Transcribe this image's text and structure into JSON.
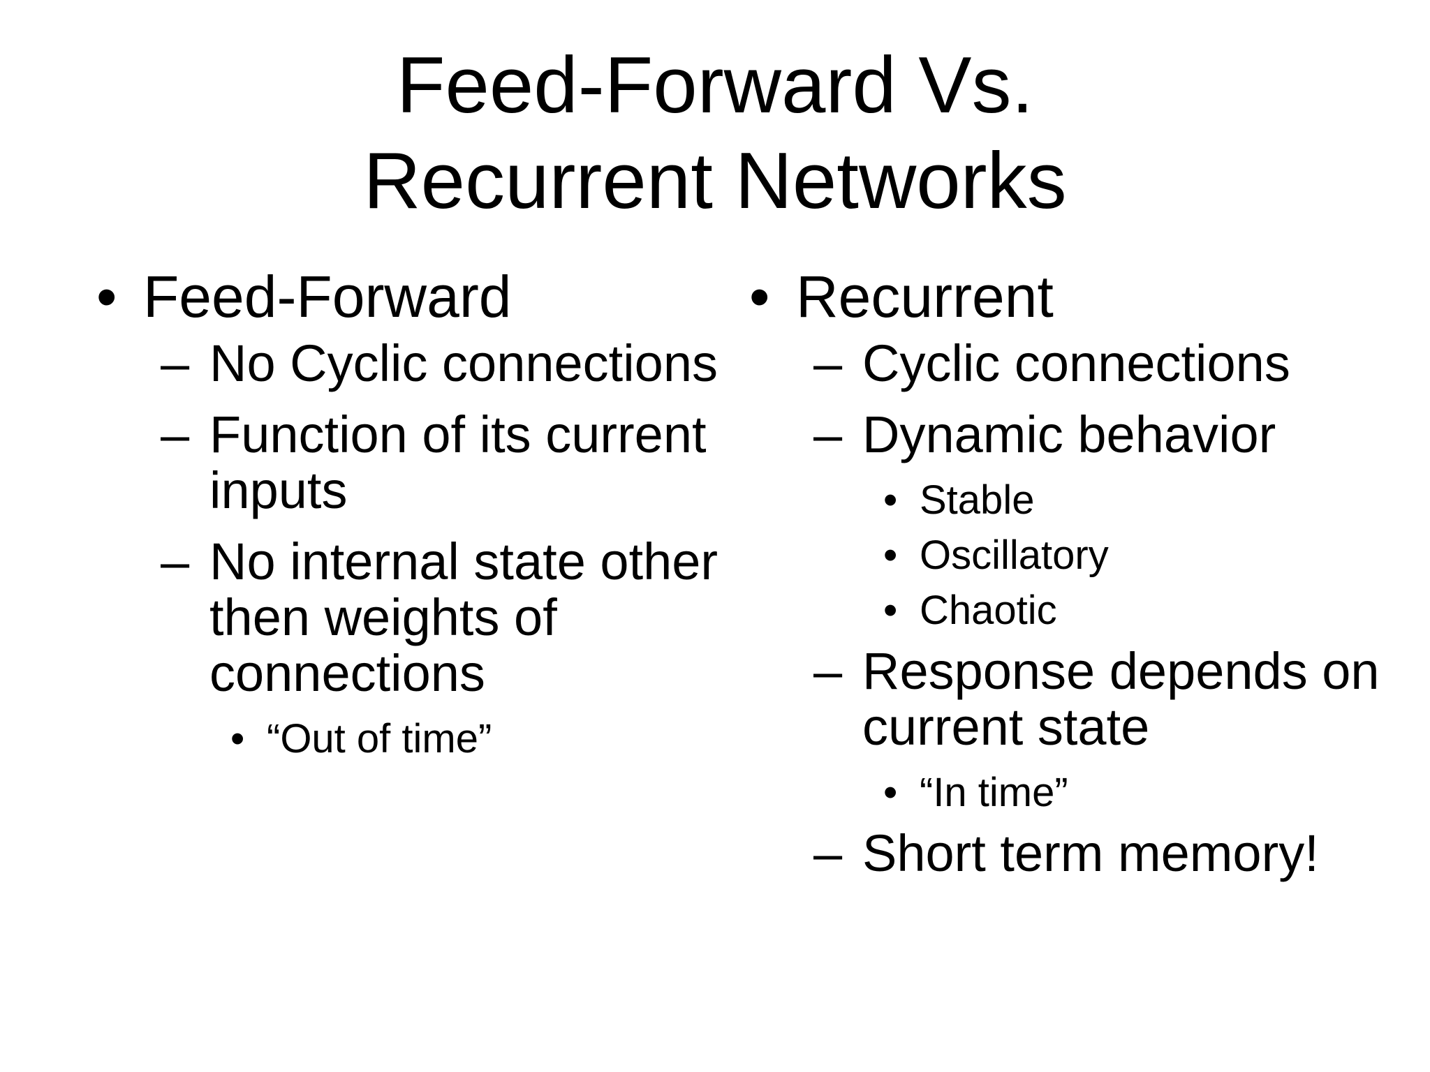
{
  "slide": {
    "background_color": "#ffffff",
    "text_color": "#000000",
    "title": {
      "line1": "Feed-Forward Vs.",
      "line2": "Recurrent Networks"
    },
    "markers": {
      "level1": "•",
      "level2": "–",
      "level3": "•"
    },
    "columns": [
      {
        "heading": "Feed-Forward",
        "items": [
          {
            "text": "No Cyclic connections",
            "sub": []
          },
          {
            "text": "Function of its current inputs",
            "sub": []
          },
          {
            "text": "No internal state other then weights of connections",
            "sub": [
              "“Out of time”"
            ]
          }
        ]
      },
      {
        "heading": "Recurrent",
        "items": [
          {
            "text": "Cyclic connections",
            "sub": []
          },
          {
            "text": "Dynamic behavior",
            "sub": [
              "Stable",
              "Oscillatory",
              "Chaotic"
            ]
          },
          {
            "text": "Response depends on current state",
            "sub": [
              "“In time”"
            ]
          },
          {
            "text": "Short term memory!",
            "sub": []
          }
        ]
      }
    ]
  }
}
